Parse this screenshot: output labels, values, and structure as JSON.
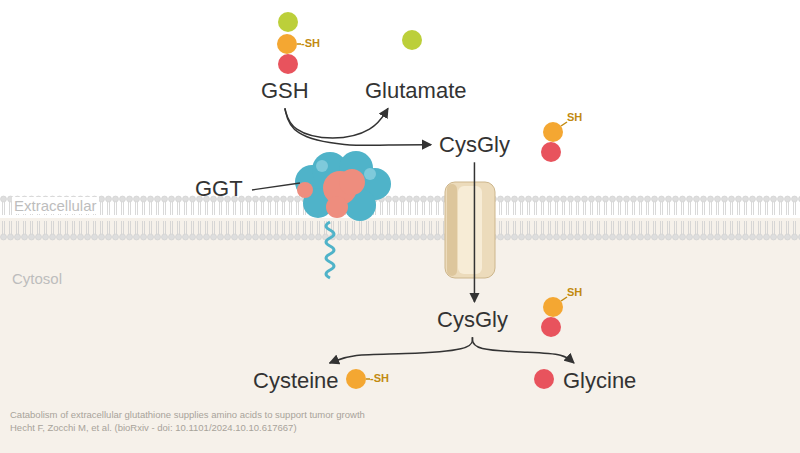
{
  "diagram": {
    "nodes": [
      {
        "text": [
          "GSH"
        ]
      },
      {
        "text": [
          "Glutamate"
        ]
      },
      {
        "text": [
          "CysGly"
        ]
      },
      {
        "text": [
          "CysGly"
        ]
      },
      {
        "text": [
          "Cysteine"
        ]
      },
      {
        "text": [
          "Glycine"
        ]
      }
    ],
    "edges": [
      {
        "from": 0,
        "to": 1,
        "arrow": "to"
      },
      {
        "from": 0,
        "to": 2,
        "arrow": "to"
      },
      {
        "from": 2,
        "to": 3,
        "arrow": "to"
      },
      {
        "from": 3,
        "to": 4,
        "arrow": "to"
      },
      {
        "from": 3,
        "to": 5,
        "arrow": "to"
      }
    ],
    "labels": [
      "GGT",
      "Extracellular",
      "Cytosol",
      "-SH",
      "SH",
      "SH",
      "-SH",
      "Catabolism of extracellular glutathione supplies amino acids to support tumor growth",
      "Hecht F, Zocchi M, et al. (bioRxiv - doi: 10.1101/2024.10.10.617667)"
    ]
  }
}
